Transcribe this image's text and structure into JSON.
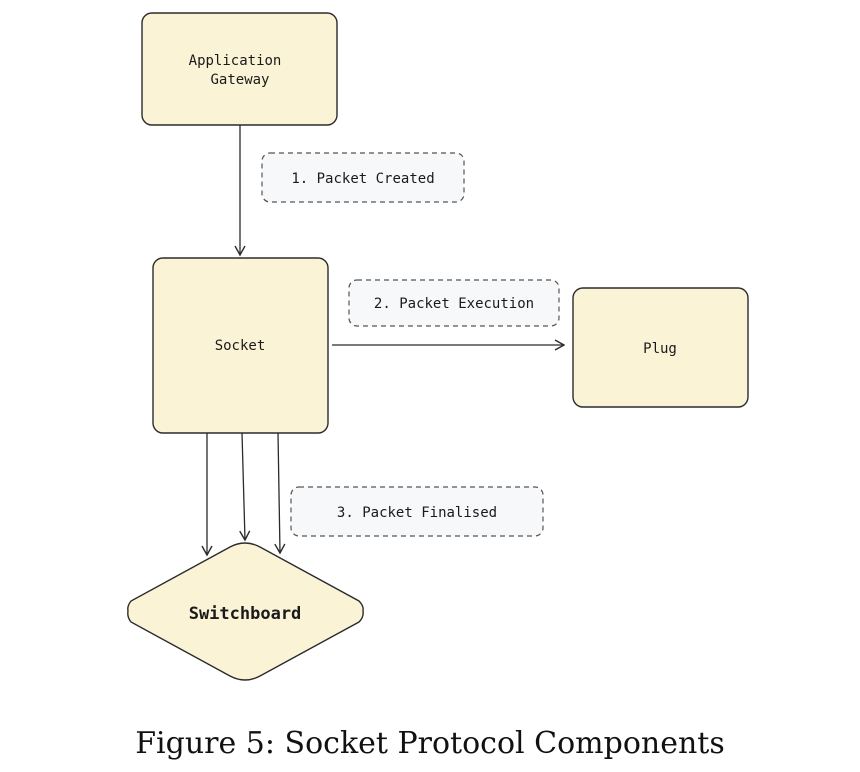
{
  "colors": {
    "node_fill": "#fbf3d6",
    "node_stroke": "#2b2b2b",
    "label_box_fill": "#f7f8fa",
    "label_box_stroke": "#555555",
    "edge": "#2b2b2b"
  },
  "nodes": {
    "application_gateway": {
      "line1": "Application",
      "line2": "Gateway"
    },
    "socket": {
      "label": "Socket"
    },
    "plug": {
      "label": "Plug"
    },
    "switchboard": {
      "label": "Switchboard"
    }
  },
  "edge_labels": {
    "packet_created": "1. Packet Created",
    "packet_execution": "2. Packet Execution",
    "packet_finalised": "3. Packet Finalised"
  },
  "caption": "Figure 5: Socket Protocol Components"
}
